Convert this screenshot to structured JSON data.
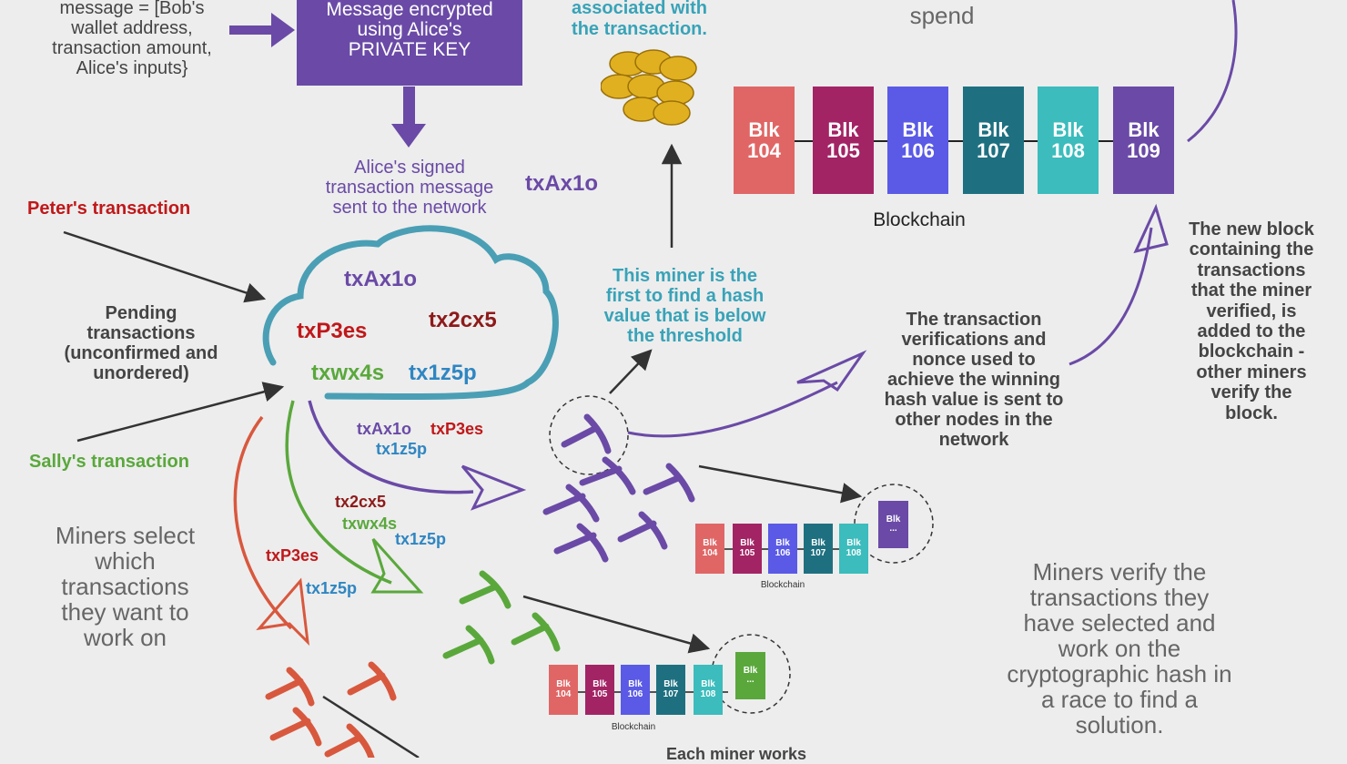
{
  "colors": {
    "purple": "#6a4aa6",
    "teal": "#38a3b8",
    "red": "#c0181a",
    "green": "#5aa83c",
    "darkred": "#8e1a1a",
    "blue": "#2f86c2",
    "orange": "#d8583e",
    "grey_text": "#666666",
    "dark_text": "#333333"
  },
  "top": {
    "message_text": "message = [Bob's\nwallet address,\ntransaction amount,\nAlice's inputs}",
    "encrypt_box": "Message encrypted\nusing Alice's\nPRIVATE KEY",
    "signed_msg": "Alice's signed\ntransaction message\nsent to the network",
    "signed_id": "txAx1o",
    "coins_caption": "associated with\nthe transaction.",
    "spend_caption": "spend"
  },
  "blockchain_main": {
    "label": "Blockchain",
    "blocks": [
      {
        "label": "Blk\n104",
        "color": "#e06666"
      },
      {
        "label": "Blk\n105",
        "color": "#a22465"
      },
      {
        "label": "Blk\n106",
        "color": "#5a5ae6"
      },
      {
        "label": "Blk\n107",
        "color": "#1e7080"
      },
      {
        "label": "Blk\n108",
        "color": "#3cbcbc"
      },
      {
        "label": "Blk\n109",
        "color": "#6a4aa6"
      }
    ]
  },
  "left": {
    "peter": "Peter's transaction",
    "sally": "Sally's transaction",
    "pending": "Pending\ntransactions\n(unconfirmed and\nunordered)",
    "select": "Miners select\nwhich\ntransactions\nthey want to\nwork on"
  },
  "cloud": {
    "items": [
      "txAx1o",
      "txP3es",
      "tx2cx5",
      "txwx4s",
      "tx1z5p"
    ]
  },
  "paths": {
    "purple": [
      "txAx1o",
      "txP3es",
      "tx1z5p"
    ],
    "green": [
      "tx2cx5",
      "txwx4s",
      "tx1z5p"
    ],
    "red": [
      "txP3es",
      "tx1z5p"
    ]
  },
  "center": {
    "first_miner": "This miner is the\nfirst to find a hash\nvalue that is below\nthe threshold",
    "verif": "The transaction\nverifications and\nnonce used to\nachieve the winning\nhash value is sent to\nother nodes in the\nnetwork"
  },
  "right": {
    "new_block": "The new block\ncontaining the\ntransactions\nthat the miner\nverified, is\nadded to the\nblockchain -\nother miners\nverify the\nblock.",
    "miners_verify": "Miners verify the\ntransactions they\nhave selected and\nwork on the\ncryptographic hash in\na race to find a\nsolution."
  },
  "small_chain_purple": {
    "label": "Blockchain",
    "blocks": [
      "Blk\n104",
      "Blk\n105",
      "Blk\n106",
      "Blk\n107",
      "Blk\n108"
    ],
    "new_block": "Blk\n..."
  },
  "small_chain_green": {
    "label": "Blockchain",
    "blocks": [
      "Blk\n104",
      "Blk\n105",
      "Blk\n106",
      "Blk\n107",
      "Blk\n108"
    ],
    "new_block": "Blk\n..."
  },
  "bottom": {
    "each_miner": "Each miner works"
  }
}
